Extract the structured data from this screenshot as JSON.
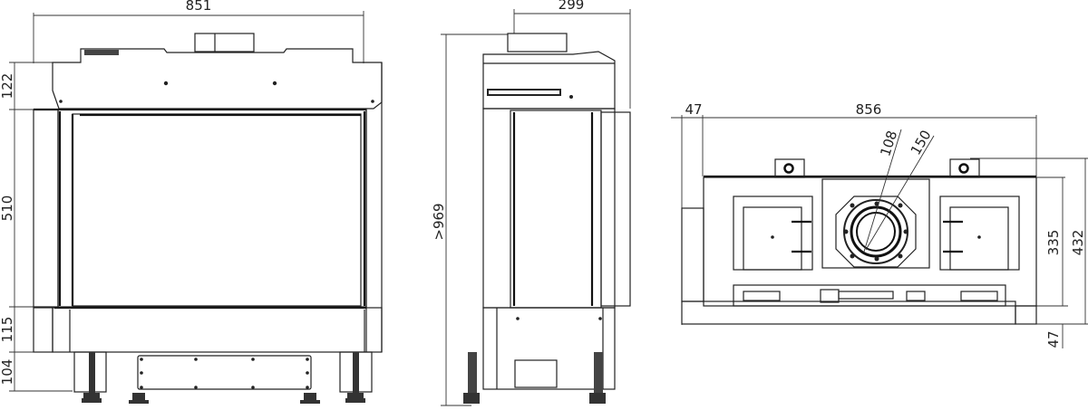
{
  "front_view": {
    "width_dim": "851",
    "dim_top": "122",
    "dim_glass": "510",
    "dim_base": "115",
    "dim_legs": "104"
  },
  "side_view": {
    "depth_dim": "299",
    "height_dim": ">969"
  },
  "top_view": {
    "offset_left_dim": "47",
    "width_dim": "856",
    "flue_inner_dim": "108",
    "flue_outer_dim": "150",
    "depth_dim": "335",
    "total_depth_dim": "432",
    "offset_bottom_dim": "47"
  }
}
